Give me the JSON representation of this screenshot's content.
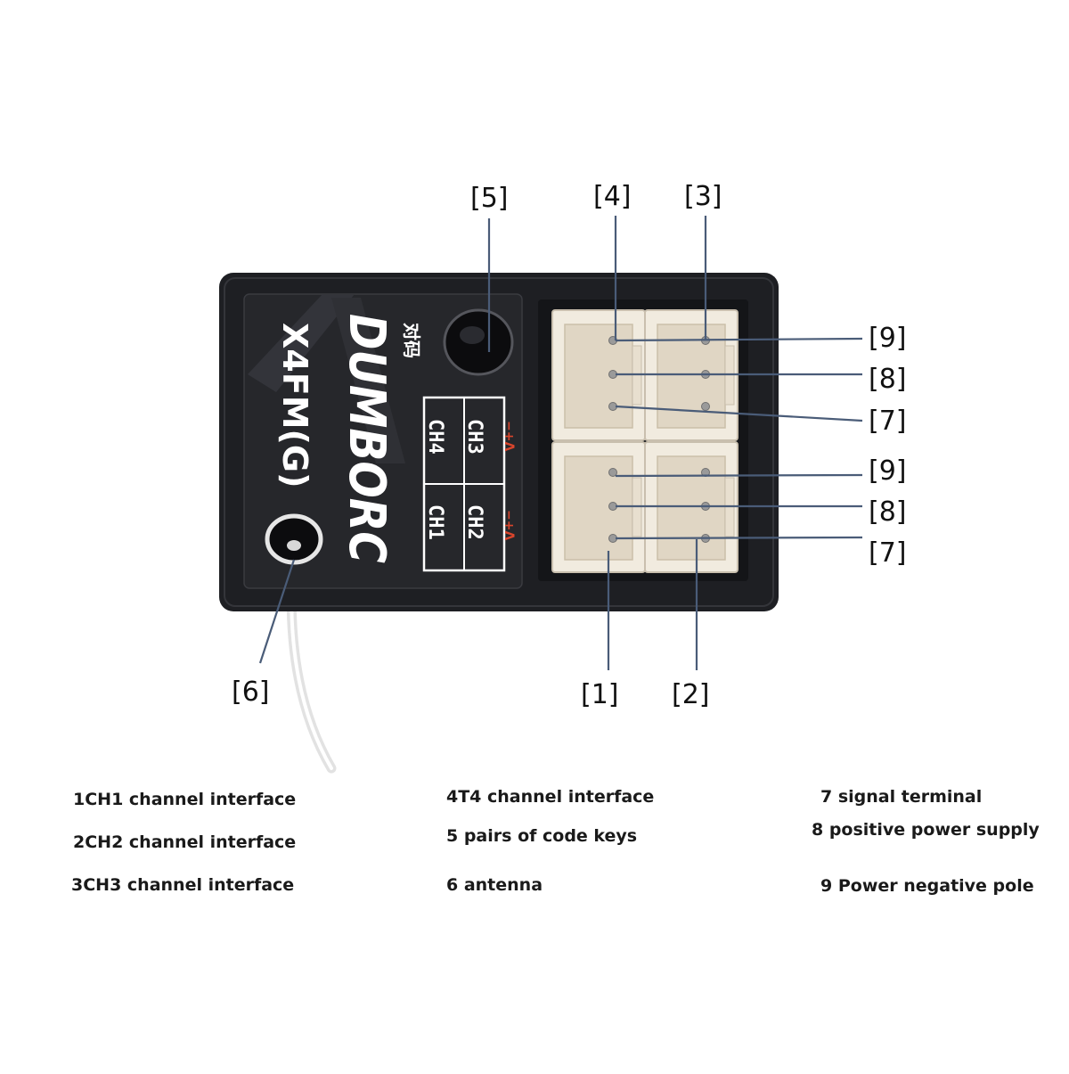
{
  "device": {
    "brand": "DUMBORC",
    "model": "X4FM(G)",
    "bind_label": "对码",
    "ch_labels": [
      "CH3",
      "CH4",
      "CH2",
      "CH1"
    ],
    "pin_label": "−+Λ",
    "colors": {
      "body": "#1e1f23",
      "panel": "#26272b",
      "connector": "#f1ebdf",
      "connector_inner": "#e0d6c4",
      "accent": "#d9452c",
      "leader": "#4a5c78"
    }
  },
  "callouts": [
    "[1]",
    "[2]",
    "[3]",
    "[4]",
    "[5]",
    "[6]",
    "[7]",
    "[8]",
    "[9]"
  ],
  "legend": {
    "col1": [
      "1CH1 channel interface",
      "2CH2 channel interface",
      "3CH3 channel interface"
    ],
    "col2": [
      "4T4 channel interface",
      "5 pairs of code keys",
      "6 antenna"
    ],
    "col3": [
      "7 signal terminal",
      "8 positive power supply",
      "9 Power negative pole"
    ]
  }
}
